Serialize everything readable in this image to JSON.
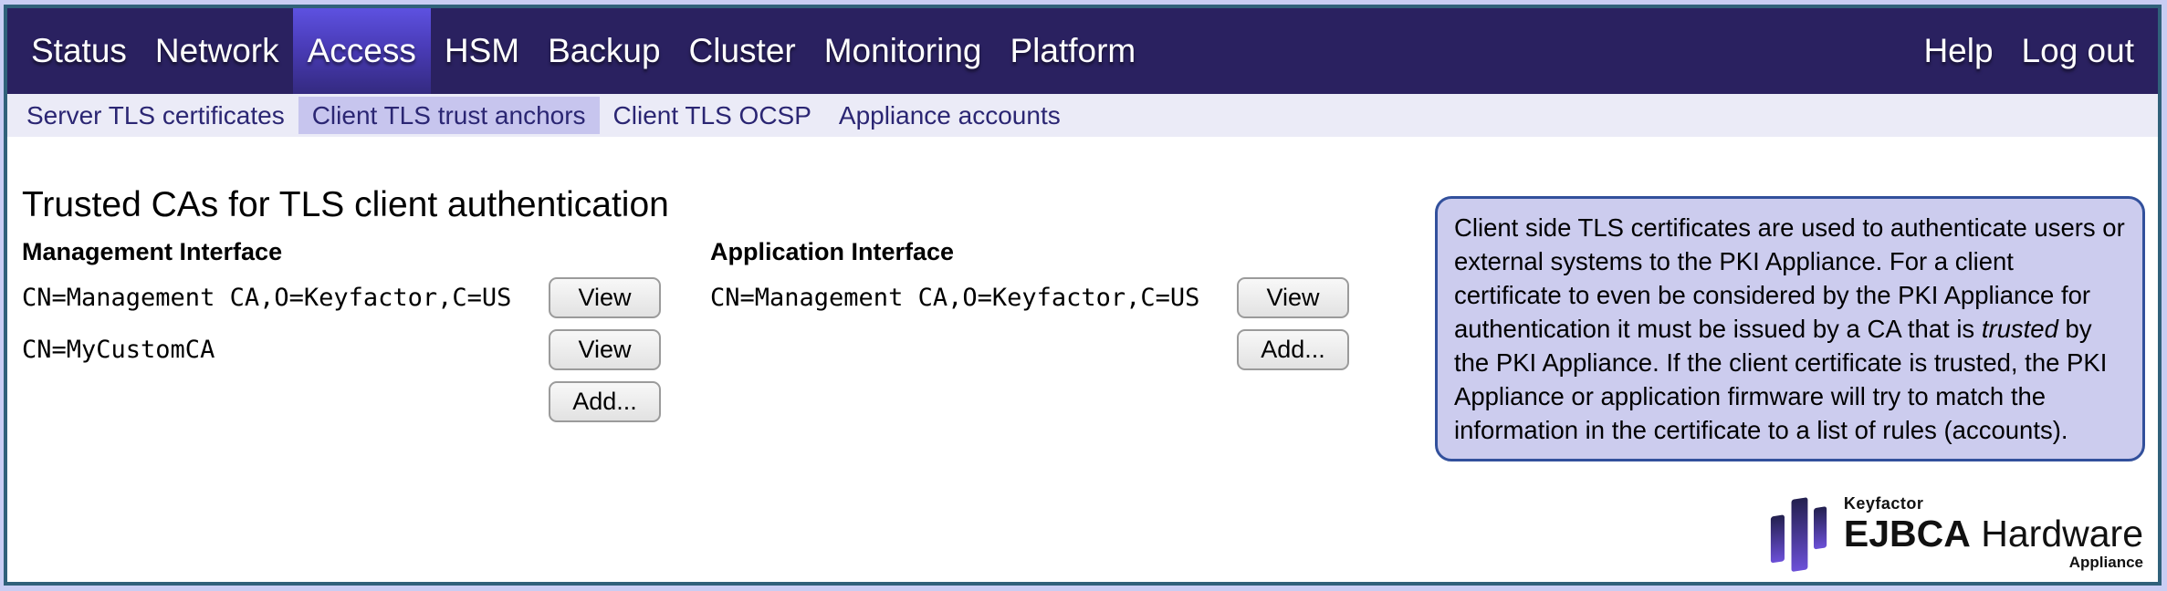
{
  "topnav": {
    "items": [
      {
        "label": "Status",
        "active": false
      },
      {
        "label": "Network",
        "active": false
      },
      {
        "label": "Access",
        "active": true
      },
      {
        "label": "HSM",
        "active": false
      },
      {
        "label": "Backup",
        "active": false
      },
      {
        "label": "Cluster",
        "active": false
      },
      {
        "label": "Monitoring",
        "active": false
      },
      {
        "label": "Platform",
        "active": false
      }
    ],
    "right_items": [
      {
        "label": "Help"
      },
      {
        "label": "Log out"
      }
    ]
  },
  "subnav": {
    "items": [
      {
        "label": "Server TLS certificates",
        "active": false
      },
      {
        "label": "Client TLS trust anchors",
        "active": true
      },
      {
        "label": "Client TLS OCSP",
        "active": false
      },
      {
        "label": "Appliance accounts",
        "active": false
      }
    ]
  },
  "main": {
    "title": "Trusted CAs for TLS client authentication",
    "columns": [
      {
        "label": "Management Interface",
        "rows": [
          {
            "dn": "CN=Management CA,O=Keyfactor,C=US",
            "button": "View"
          },
          {
            "dn": "CN=MyCustomCA",
            "button": "View"
          }
        ],
        "add_button": "Add..."
      },
      {
        "label": "Application Interface",
        "rows": [
          {
            "dn": "CN=Management CA,O=Keyfactor,C=US",
            "button": "View"
          }
        ],
        "add_button": "Add..."
      }
    ]
  },
  "infobox": {
    "text_before": "Client side TLS certificates are used to authenticate users or external systems to the PKI Appliance. For a client certificate to even be considered by the PKI Appliance for authentication it must be issued by a CA that is ",
    "italic_word": "trusted",
    "text_after": " by the PKI Appliance. If the client certificate is trusted, the PKI Appliance or application firmware will try to match the information in the certificate to a list of rules (accounts)."
  },
  "logo": {
    "brand": "Keyfactor",
    "product_bold": "EJBCA",
    "product_regular": " Hardware",
    "suffix": "Appliance"
  },
  "colors": {
    "topnav_bg": "#2a2160",
    "active_tab_gradient_top": "#5d51e0",
    "active_tab_gradient_bottom": "#342a80",
    "subnav_bg": "#ebebf7",
    "subnav_selected_bg": "#c7c5ee",
    "infobox_bg": "#ccccee",
    "infobox_border": "#32509c",
    "frame_border": "#30617a",
    "logo_gradient_top": "#23204f",
    "logo_gradient_bottom": "#6c50d8"
  }
}
